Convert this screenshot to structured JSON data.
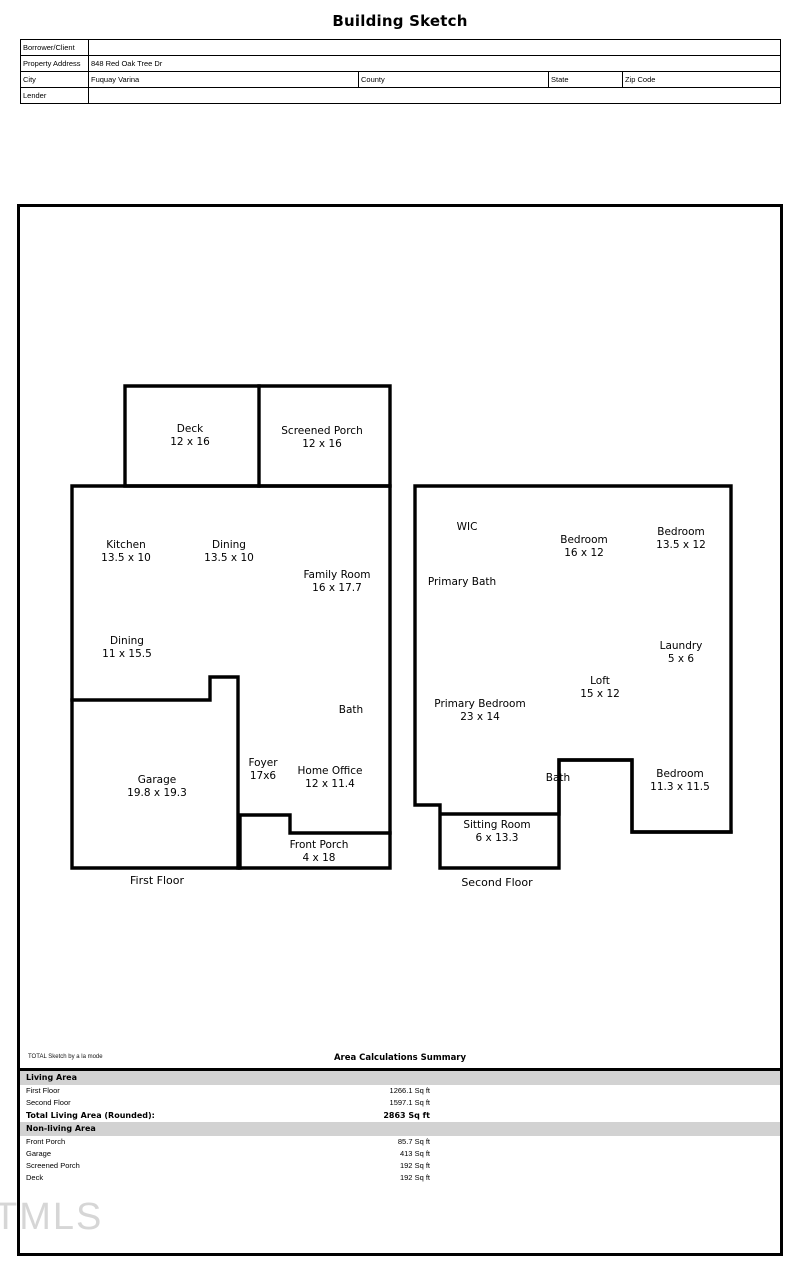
{
  "document": {
    "title": "Building Sketch",
    "watermark": "TMLS"
  },
  "info": {
    "rows": [
      {
        "label": "Borrower/Client",
        "value": ""
      },
      {
        "label": "Property Address",
        "value": "848 Red Oak Tree Dr"
      }
    ],
    "city_label": "City",
    "city_value": "Fuquay Varina",
    "county_label": "County",
    "county_value": "",
    "state_label": "State",
    "state_value": "",
    "zip_label": "Zip Code",
    "zip_value": "",
    "lender_label": "Lender",
    "lender_value": ""
  },
  "sketch": {
    "first_floor_label": "First Floor",
    "second_floor_label": "Second Floor",
    "first_floor_rooms": [
      {
        "name": "Deck",
        "dims": "12 x 16"
      },
      {
        "name": "Screened Porch",
        "dims": "12 x 16"
      },
      {
        "name": "Kitchen",
        "dims": "13.5 x 10"
      },
      {
        "name": "Dining",
        "dims": "13.5 x 10"
      },
      {
        "name": "Family Room",
        "dims": "16 x 17.7"
      },
      {
        "name": "Dining",
        "dims": "11 x 15.5"
      },
      {
        "name": "Bath",
        "dims": ""
      },
      {
        "name": "Garage",
        "dims": "19.8 x 19.3"
      },
      {
        "name": "Foyer",
        "dims": "17x6"
      },
      {
        "name": "Home Office",
        "dims": "12 x 11.4"
      },
      {
        "name": "Front Porch",
        "dims": "4 x 18"
      }
    ],
    "second_floor_rooms": [
      {
        "name": "WIC",
        "dims": ""
      },
      {
        "name": "Bedroom",
        "dims": "16 x 12"
      },
      {
        "name": "Bedroom",
        "dims": "13.5 x 12"
      },
      {
        "name": "Primary Bath",
        "dims": ""
      },
      {
        "name": "Laundry",
        "dims": "5 x 6"
      },
      {
        "name": "Loft",
        "dims": "15 x 12"
      },
      {
        "name": "Primary Bedroom",
        "dims": "23 x 14"
      },
      {
        "name": "Bath",
        "dims": ""
      },
      {
        "name": "Bedroom",
        "dims": "11.3 x 11.5"
      },
      {
        "name": "Sitting Room",
        "dims": "6 x 13.3"
      }
    ]
  },
  "area_summary": {
    "credit": "TOTAL Sketch by a la mode",
    "title": "Area Calculations Summary",
    "living_band": "Living Area",
    "living_rows": [
      {
        "name": "First Floor",
        "value": "1266.1 Sq ft"
      },
      {
        "name": "Second Floor",
        "value": "1597.1 Sq ft"
      }
    ],
    "total_label": "Total Living Area (Rounded):",
    "total_value": "2863 Sq ft",
    "nonliving_band": "Non-living Area",
    "nonliving_rows": [
      {
        "name": "Front Porch",
        "value": "85.7 Sq ft"
      },
      {
        "name": "Garage",
        "value": "413 Sq ft"
      },
      {
        "name": "Screened Porch",
        "value": "192 Sq ft"
      },
      {
        "name": "Deck",
        "value": "192 Sq ft"
      }
    ]
  }
}
